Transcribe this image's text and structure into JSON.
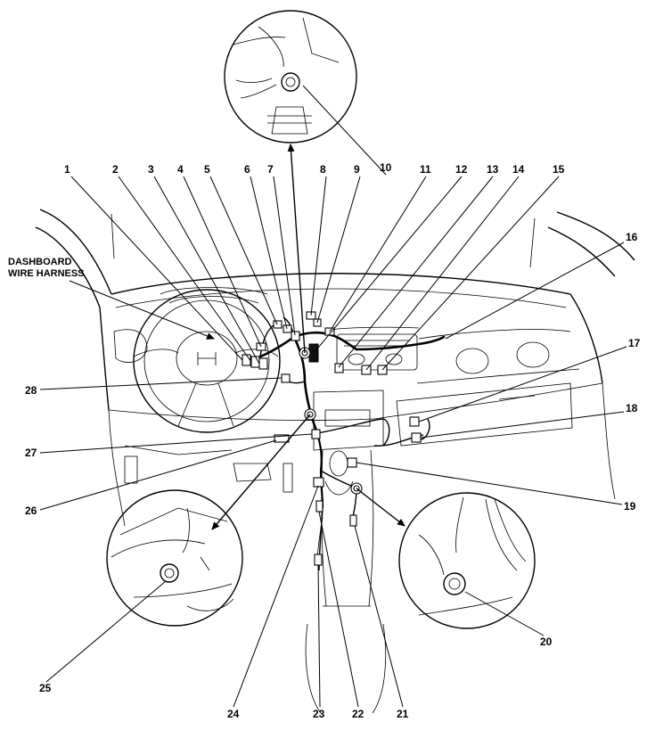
{
  "diagram": {
    "harness_label_lines": [
      "DASHBOARD",
      "WIRE HARNESS"
    ],
    "callouts": [
      "1",
      "2",
      "3",
      "4",
      "5",
      "6",
      "7",
      "8",
      "9",
      "10",
      "11",
      "12",
      "13",
      "14",
      "15",
      "16",
      "17",
      "18",
      "19",
      "20",
      "21",
      "22",
      "23",
      "24",
      "25",
      "26",
      "27",
      "28"
    ]
  }
}
